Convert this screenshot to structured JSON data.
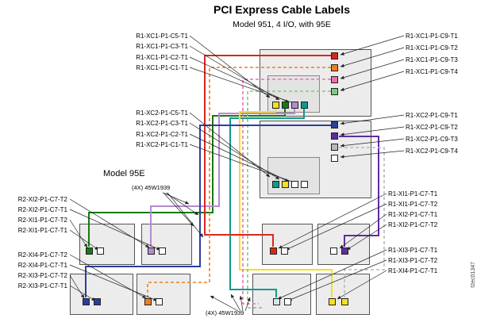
{
  "title": "PCI Express Cable Labels",
  "subtitle": "Model 951, 4 I/O, with 95E",
  "figure_id": "f2ec01347",
  "annotations": {
    "model_95e": "Model 95E",
    "part_note_top": "(4X) 45W1939",
    "part_note_bottom": "(4X) 45W1939"
  },
  "labels": {
    "xc1_left": [
      "R1-XC1-P1-C5-T1",
      "R1-XC1-P1-C3-T1",
      "R1-XC1-P1-C2-T1",
      "R1-XC1-P1-C1-T1"
    ],
    "xc2_left": [
      "R1-XC2-P1-C5-T1",
      "R1-XC2-P1-C3-T1",
      "R1-XC2-P1-C2-T1",
      "R1-XC2-P1-C1-T1"
    ],
    "xc1_right": [
      "R1-XC1-P1-C9-T1",
      "R1-XC1-P1-C9-T2",
      "R1-XC1-P1-C9-T3",
      "R1-XC1-P1-C9-T4"
    ],
    "xc2_right": [
      "R1-XC2-P1-C9-T1",
      "R1-XC2-P1-C9-T2",
      "R1-XC2-P1-C9-T3",
      "R1-XC2-P1-C9-T4"
    ],
    "r2_left": [
      "R2-XI2-P1-C7-T2",
      "R2-XI2-P1-C7-T1",
      "R2-XI1-P1-C7-T2",
      "R2-XI1-P1-C7-T1",
      "R2-XI4-P1-C7-T2",
      "R2-XI4-P1-C7-T1",
      "R2-XI3-P1-C7-T2",
      "R2-XI3-P1-C7-T1"
    ],
    "r1_right": [
      "R1-XI1-P1-C7-T1",
      "R1-XI1-P1-C7-T2",
      "R1-XI2-P1-C7-T1",
      "R1-XI2-P1-C7-T2",
      "R1-XI3-P1-C7-T1",
      "R1-XI3-P1-C7-T2",
      "R1-XI4-P1-C7-T1"
    ]
  },
  "palette": {
    "red": "#d7281d",
    "orange": "#ef7f1a",
    "pink": "#ef6fae",
    "ltgreen": "#7ec97e",
    "green": "#157a15",
    "teal": "#0f9a8c",
    "violet": "#b68bcf",
    "purple": "#5f2da0",
    "blue": "#2b3f9e",
    "yellow": "#f4e11c",
    "silver": "#b9b9b9",
    "ltteal": "#cfe9e6",
    "white": "#ffffff"
  }
}
